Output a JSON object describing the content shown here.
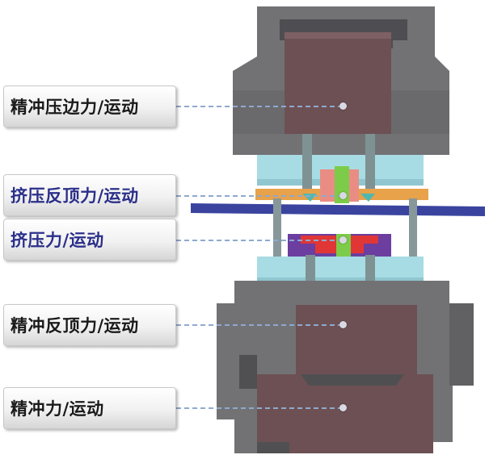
{
  "labels": [
    {
      "text": "精冲压边力/运动",
      "color": "#1a1a1a"
    },
    {
      "text": "挤压反顶力/运动",
      "color": "#2b2f8a"
    },
    {
      "text": "挤压力/运动",
      "color": "#2b2f8a"
    },
    {
      "text": "精冲反顶力/运动",
      "color": "#1a1a1a"
    },
    {
      "text": "精冲力/运动",
      "color": "#1a1a1a"
    }
  ],
  "colors": {
    "frame": "#6f6f71",
    "frame_dark": "#4f4f52",
    "ram": "#6c4f52",
    "plate": "#a9dde6",
    "guide_post": "#8a9899",
    "orange_plate": "#e8a448",
    "sheet": "#3a43a0",
    "green_punch": "#7ccc49",
    "red_die": "#e23a3a",
    "purple_block": "#6a3d9e",
    "pink_block": "#e98b83",
    "leader_line": "#8fa9cf"
  }
}
